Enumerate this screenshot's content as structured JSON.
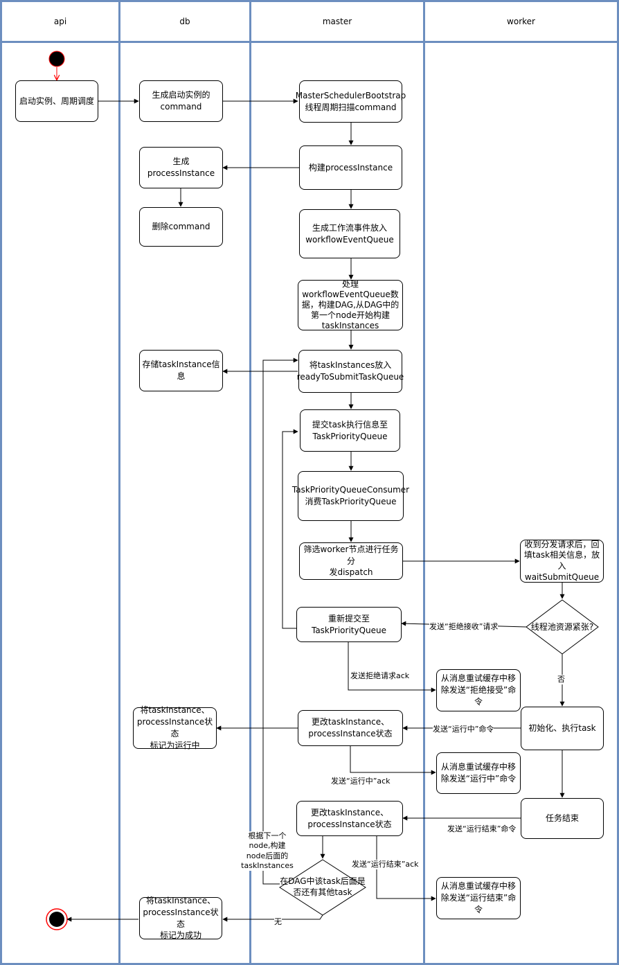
{
  "lanes": [
    "api",
    "db",
    "master",
    "worker"
  ],
  "nodes": {
    "start_instance": "启动实例、周期调度",
    "gen_command": "生成启动实例的\ncommand",
    "scan_command": "MasterSchedulerBootstrap\n线程周期扫描command",
    "gen_process": "生成processInstance",
    "build_process": "构建processInstance",
    "delete_command": "删除command",
    "gen_event": "生成工作流事件放入\nworkflowEventQueue",
    "handle_event": "处理workflowEventQueue数\n据，构建DAG,从DAG中的\n第一个node开始构建\ntaskInstances",
    "store_task": "存储taskInstance信息",
    "put_ready": "将taskInstances放入\nreadyToSubmitTaskQueue",
    "submit_priority": "提交task执行信息至\nTaskPriorityQueue",
    "consumer": "TaskPriorityQueueConsumer\n消费TaskPriorityQueue",
    "dispatch": "筛选worker节点进行任务分\n发dispatch",
    "receive": "收到分发请求后，回\n填task相关信息，放入\nwaitSubmitQueue",
    "thread_pool": "线程池资源紧张?",
    "resubmit": "重新提交至\nTaskPriorityQueue",
    "remove_reject": "从消息重试缓存中移\n除发送“拒绝接受”命令",
    "mark_running": "将taskInstance、\nprocessInstance状态\n标记为运行中",
    "update_state_1": "更改taskInstance、\nprocessInstance状态",
    "init_exec": "初始化、执行task",
    "remove_running": "从消息重试缓存中移\n除发送“运行中”命令",
    "update_state_2": "更改taskInstance、\nprocessInstance状态",
    "task_end": "任务结束",
    "has_more": "在DAG中该task后面是\n否还有其他task",
    "mark_success": "将taskInstance、\nprocessInstance状态\n标记为成功",
    "remove_end": "从消息重试缓存中移\n除发送“运行结束”命令"
  },
  "edge_labels": {
    "send_reject_request": "发送“拒绝接收”请求",
    "send_reject_ack": "发送拒绝请求ack",
    "no_1": "否",
    "send_running": "发送“运行中”命令",
    "send_running_ack": "发送“运行中”ack",
    "send_end": "发送“运行结束”命令",
    "send_end_ack": "发送“运行结束”ack",
    "next_node": "根据下一个\nnode,构建\nnode后面的\ntaskInstances",
    "none": "无"
  },
  "colors": {
    "lane_border": "#6c8ebf",
    "start_fill": "#000000",
    "start_arrow": "#ff0000",
    "end_ring": "#ff0000"
  }
}
